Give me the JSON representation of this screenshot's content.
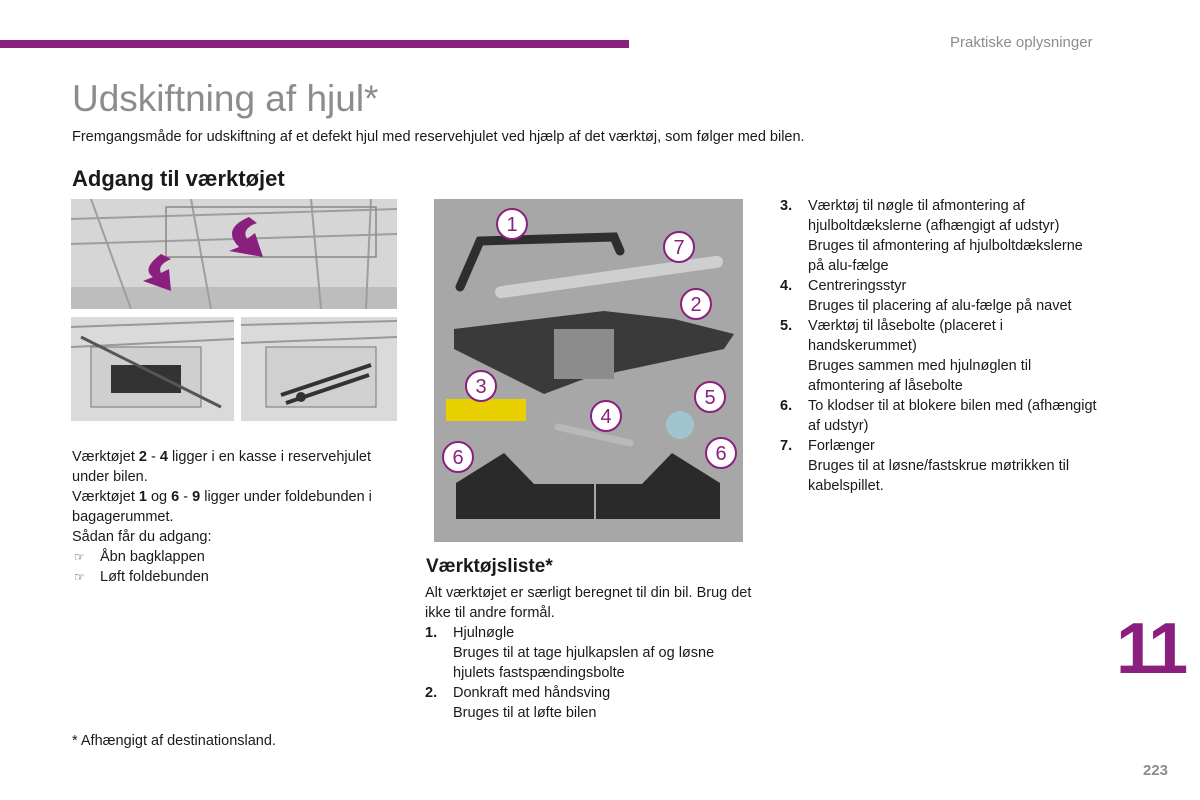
{
  "header": {
    "section": "Praktiske oplysninger",
    "accent_color": "#8a1f7e"
  },
  "page": {
    "title": "Udskiftning af hjul*",
    "intro": "Fremgangsmåde for udskiftning af et defekt hjul med reservehjulet ved hjælp af det værktøj, som følger med bilen.",
    "section_title": "Adgang til værktøjet",
    "chapter_number": "11",
    "page_number": "223",
    "footnote": "* Afhængigt af destinationsland."
  },
  "access": {
    "l1_a": "Værktøjet ",
    "l1_b": "2",
    "l1_c": " - ",
    "l1_d": "4",
    "l1_e": " ligger i en kasse i reservehjulet under bilen.",
    "l2_a": "Værktøjet ",
    "l2_b": "1",
    "l2_c": " og ",
    "l2_d": "6",
    "l2_e": " - ",
    "l2_f": "9",
    "l2_g": " ligger under foldebunden i bagagerummet.",
    "l3": "Sådan får du adgang:",
    "bullets": [
      "Åbn bagklappen",
      "Løft foldebunden"
    ],
    "bullet_glyph": "☞"
  },
  "toolbox": {
    "title": "Værktøjsliste*",
    "intro": "Alt værktøjet er særligt beregnet til din bil. Brug det ikke til andre formål.",
    "items": [
      {
        "num": "1.",
        "name": "Hjulnøgle",
        "desc": "Bruges til at tage hjulkapslen af og løsne hjulets fastspændingsbolte"
      },
      {
        "num": "2.",
        "name": "Donkraft med håndsving",
        "desc": "Bruges til at løfte bilen"
      },
      {
        "num": "3.",
        "name": "Værktøj til nøgle til afmontering af hjulboltdækslerne (afhængigt af udstyr)",
        "desc": "Bruges til afmontering af hjulboltdækslerne på alu-fælge"
      },
      {
        "num": "4.",
        "name": "Centreringsstyr",
        "desc": "Bruges til placering af alu-fælge på navet"
      },
      {
        "num": "5.",
        "name": "Værktøj til låsebolte (placeret i handskerummet)",
        "desc": "Bruges sammen med hjulnøglen til afmontering af låsebolte"
      },
      {
        "num": "6.",
        "name": "To klodser til at blokere bilen med (afhængigt af udstyr)",
        "desc": ""
      },
      {
        "num": "7.",
        "name": "Forlænger",
        "desc": "Bruges til at løsne/fastskrue møtrikken til kabelspillet."
      }
    ],
    "callouts": [
      "1",
      "7",
      "2",
      "3",
      "5",
      "4",
      "6",
      "6"
    ]
  }
}
